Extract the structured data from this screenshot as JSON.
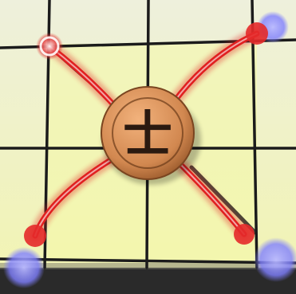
{
  "board": {
    "board_color": "#e6edc9",
    "palace_color": "#eef3b8",
    "line_color": "#1b1b1b",
    "bottom_color": "#262626"
  },
  "piece": {
    "label": "士",
    "color": "#d9935a",
    "ink_color": "#2b1a10",
    "icon": "advisor-piece-icon"
  },
  "moves": {
    "arrow_color": "#e02020",
    "target_color": "#7f7fff",
    "targets": [
      {
        "name": "upper-left"
      },
      {
        "name": "upper-right"
      },
      {
        "name": "lower-left"
      },
      {
        "name": "lower-right"
      }
    ]
  }
}
